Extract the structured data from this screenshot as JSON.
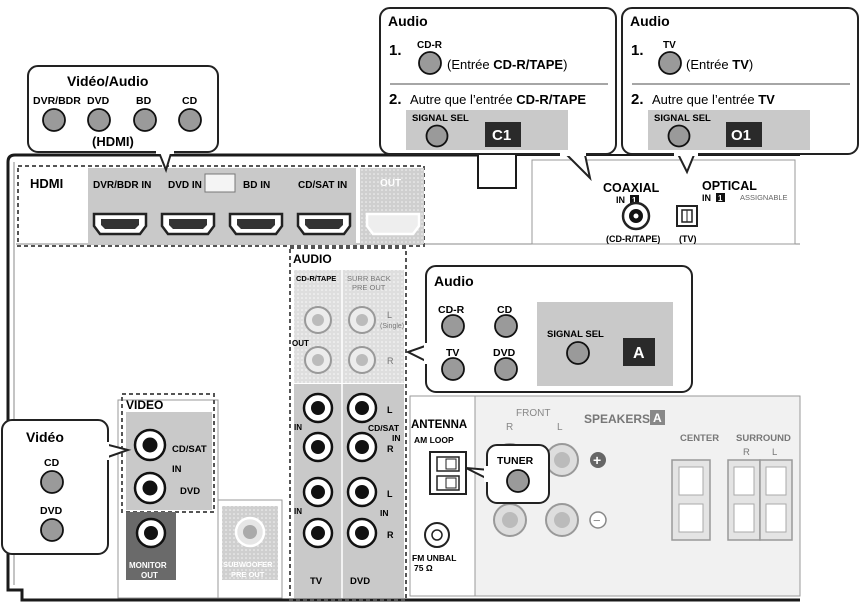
{
  "callouts": {
    "video_audio": {
      "title": "Vidéo/Audio",
      "buttons": [
        "DVR/BDR",
        "DVD",
        "BD",
        "CD"
      ],
      "caption": "(HDMI)"
    },
    "audio_coaxial": {
      "title": "Audio",
      "step1_num": "1.",
      "step1_button": "CD-R",
      "step1_pre": "(Entrée ",
      "step1_bold": "CD-R/TAPE",
      "step1_post": ")",
      "step2_num": "2.",
      "step2_pre": "Autre que l’entrée ",
      "step2_bold": "CD-R/TAPE",
      "step2_button": "SIGNAL SEL",
      "step2_code": "C1"
    },
    "audio_optical": {
      "title": "Audio",
      "step1_num": "1.",
      "step1_button": "TV",
      "step1_pre": "(Entrée ",
      "step1_bold": "TV",
      "step1_post": ")",
      "step2_num": "2.",
      "step2_pre": "Autre que l’entrée ",
      "step2_bold": "TV",
      "step2_button": "SIGNAL SEL",
      "step2_code": "O1"
    },
    "audio_analog": {
      "title": "Audio",
      "buttons": [
        "CD-R",
        "CD",
        "TV",
        "DVD"
      ],
      "signal_sel": "SIGNAL SEL",
      "code": "A"
    },
    "video": {
      "title": "Vidéo",
      "buttons": [
        "CD",
        "DVD"
      ]
    },
    "tuner": {
      "button": "TUNER"
    }
  },
  "panel": {
    "hdmi": {
      "label": "HDMI",
      "inputs": [
        "DVR/BDR IN",
        "DVD IN",
        "BD IN",
        "CD/SAT IN"
      ],
      "out": "OUT"
    },
    "coaxial": {
      "title": "COAXIAL",
      "in": "IN",
      "num": "1",
      "source": "(CD-R/TAPE)"
    },
    "optical": {
      "title": "OPTICAL",
      "in": "IN",
      "num": "1",
      "assignable": "ASSIGNABLE",
      "source": "(TV)"
    },
    "audio": {
      "label": "AUDIO",
      "cdr_tape": "CD-R/TAPE",
      "surr_back_1": "SURR BACK",
      "surr_back_2": "PRE OUT",
      "out": "OUT",
      "l": "L",
      "single": "(Single)",
      "r": "R",
      "in": "IN",
      "cdsat_1": "CD/SAT",
      "cdsat_2": "IN",
      "tv": "TV",
      "dvd": "DVD"
    },
    "video": {
      "label": "VIDEO",
      "cdsat": "CD/SAT",
      "in": "IN",
      "dvd": "DVD",
      "monitor_1": "MONITOR",
      "monitor_2": "OUT"
    },
    "subwoofer": {
      "line1": "SUBWOOFER",
      "line2": "PRE OUT"
    },
    "antenna": {
      "title": "ANTENNA",
      "am_loop": "AM LOOP",
      "fm_1": "FM UNBAL",
      "fm_2": "75 Ω"
    },
    "speakers": {
      "label": "SPEAKERS",
      "badge": "A",
      "front": "FRONT",
      "r": "R",
      "l": "L",
      "center": "CENTER",
      "surround": "SURROUND",
      "plus": "+",
      "minus": "−"
    }
  },
  "colors": {
    "button_fill": "#9a9a9a",
    "panel_grey": "#c9c9c9",
    "code_box": "#2a2a2a",
    "outline": "#1a1a1a"
  }
}
